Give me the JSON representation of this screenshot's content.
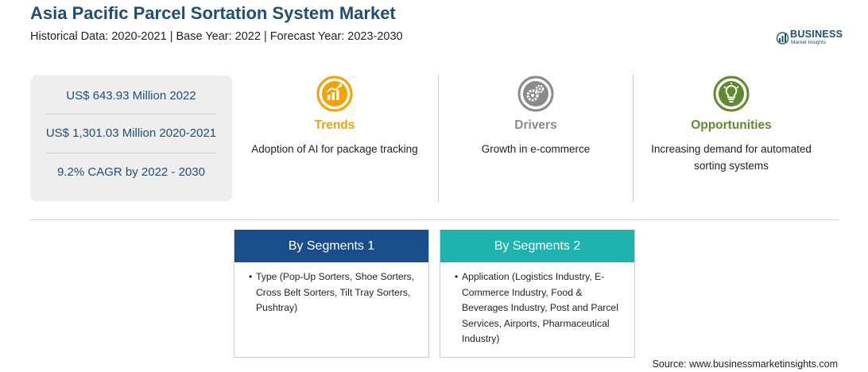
{
  "header": {
    "title": "Asia Pacific Parcel Sortation System Market",
    "subtitle": "Historical Data: 2020-2021 | Base Year: 2022 | Forecast Year: 2023-2030"
  },
  "logo": {
    "name": "BUSINESS",
    "tagline": "Market Insights"
  },
  "stats": [
    "US$ 643.93 Million 2022",
    "US$ 1,301.03 Million 2020-2021",
    "9.2% CAGR by 2022 - 2030"
  ],
  "columns": {
    "trends": {
      "label": "Trends",
      "text": "Adoption of AI for package tracking",
      "color": "#f5a200"
    },
    "drivers": {
      "label": "Drivers",
      "text": "Growth in e-commerce",
      "color": "#8a8a8a"
    },
    "opportunities": {
      "label": "Opportunities",
      "text": "Increasing demand for automated sorting systems",
      "color": "#5f8a2e"
    }
  },
  "segments": [
    {
      "title": "By Segments 1",
      "item": "Type (Pop-Up Sorters, Shoe Sorters, Cross Belt Sorters, Tilt Tray Sorters, Pushtray)"
    },
    {
      "title": "By Segments 2",
      "item": "Application (Logistics Industry, E-Commerce Industry, Food & Beverages Industry, Post and Parcel Services, Airports, Pharmaceutical Industry)"
    }
  ],
  "bullet": "•",
  "source": "Source: www.businessmarketinsights.com"
}
